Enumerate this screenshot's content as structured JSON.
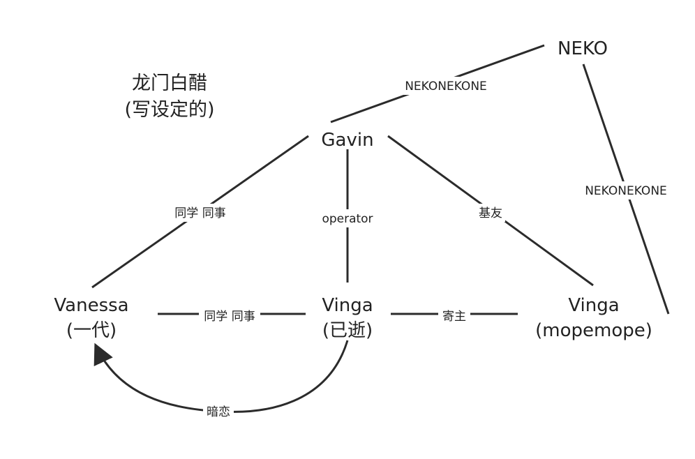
{
  "title": {
    "line1": "龙门白醋",
    "line2": "(写设定的)"
  },
  "nodes": {
    "neko": {
      "line1": "NEKO"
    },
    "gavin": {
      "line1": "Gavin"
    },
    "vanessa": {
      "line1": "Vanessa",
      "line2": "(一代)"
    },
    "vinga_dead": {
      "line1": "Vinga",
      "line2": "(已逝)"
    },
    "vinga_mope": {
      "line1": "Vinga",
      "line2": "(mopemope)"
    }
  },
  "edges": {
    "gavin_neko": "NEKONEKONE",
    "neko_vinga_mope": "NEKONEKONE",
    "gavin_vanessa": "同学 同事",
    "gavin_vinga_dead": "operator",
    "gavin_vinga_mope": "基友",
    "vanessa_vinga_dead": "同学 同事",
    "vinga_dead_vinga_mope": "寄主",
    "vinga_dead_vanessa": "暗恋"
  }
}
